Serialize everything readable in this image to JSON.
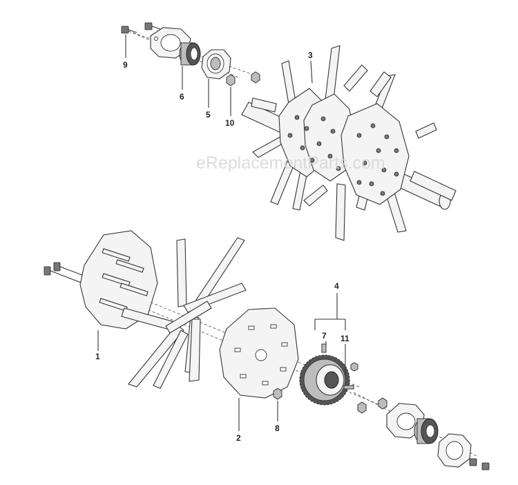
{
  "watermark": "eReplacementParts.com",
  "labels": {
    "p1": "1",
    "p2": "2",
    "p3": "3",
    "p4": "4",
    "p5": "5",
    "p6": "6",
    "p7": "7",
    "p8": "8",
    "p9": "9",
    "p10": "10",
    "p11": "11"
  },
  "colors": {
    "line": "#333333",
    "label": "#222222",
    "watermark": "#d6d6d6"
  }
}
